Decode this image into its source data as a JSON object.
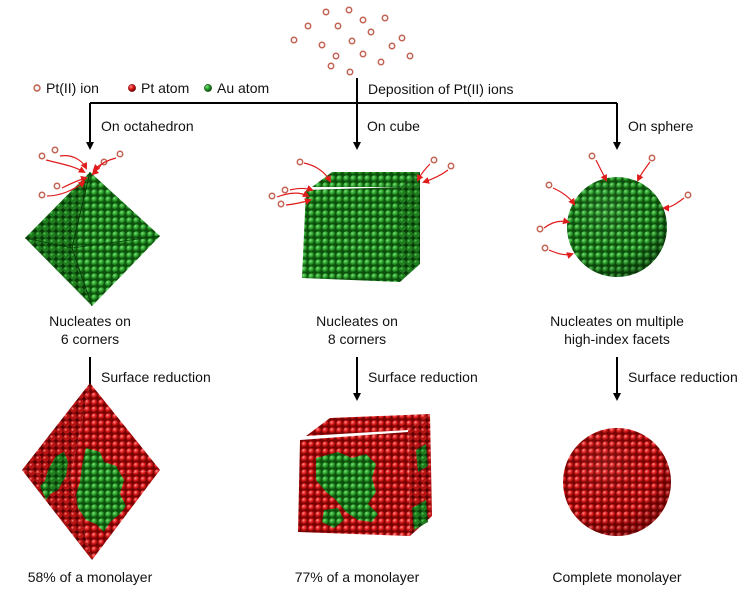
{
  "legend": {
    "ion_label": "Pt(II) ion",
    "pt_label": "Pt atom",
    "au_label": "Au atom"
  },
  "deposition_label": "Deposition of Pt(II) ions",
  "columns": [
    {
      "branch_label": "On octahedron",
      "shape": "octahedron",
      "nucleation_label_lines": [
        "Nucleates on",
        "6 corners"
      ],
      "step_label": "Surface reduction",
      "result_label": "58% of a monolayer"
    },
    {
      "branch_label": "On cube",
      "shape": "cube",
      "nucleation_label_lines": [
        "Nucleates on",
        "8 corners"
      ],
      "step_label": "Surface reduction",
      "result_label": "77% of a monolayer"
    },
    {
      "branch_label": "On sphere",
      "shape": "sphere",
      "nucleation_label_lines": [
        "Nucleates on multiple",
        "high-index facets"
      ],
      "step_label": "Surface reduction",
      "result_label": "Complete monolayer"
    }
  ],
  "colors": {
    "pt_ion_fill": "#ffffff",
    "pt_ion_stroke": "#c0604f",
    "pt_atom": "#e01b1b",
    "au_atom": "#1e9a1e",
    "arrow_red": "#e01b1b",
    "line": "#000000"
  }
}
